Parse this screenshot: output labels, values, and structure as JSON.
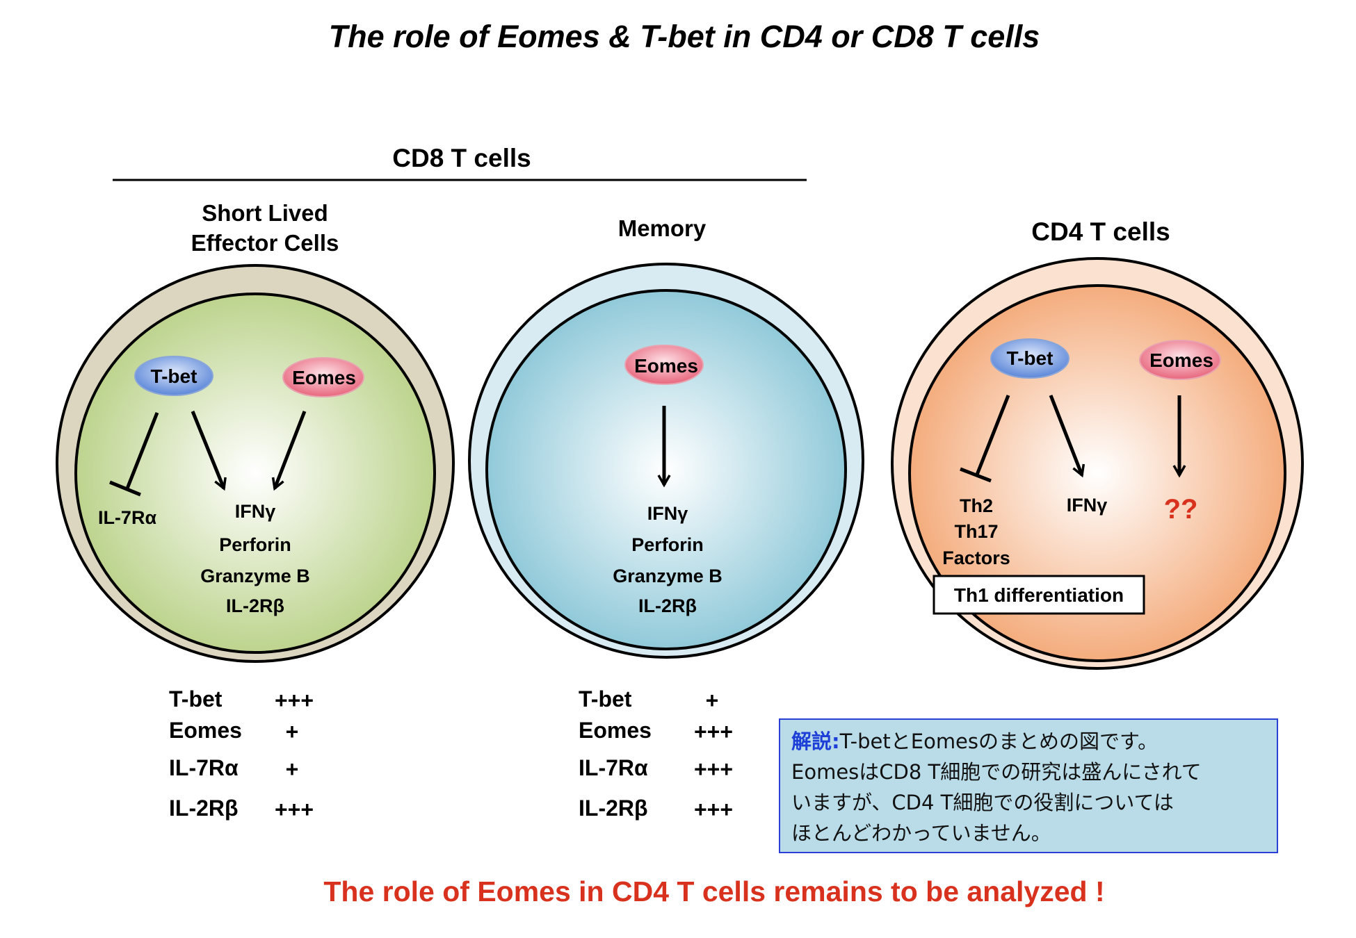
{
  "title": "The role of Eomes & T-bet in CD4 or CD8 T cells",
  "cd8_header": "CD8 T cells",
  "cd4_header": "CD4 T cells",
  "panels": {
    "slec": {
      "title_line1": "Short Lived",
      "title_line2": "Effector Cells",
      "tbet": "T-bet",
      "eomes": "Eomes",
      "inhibited": "IL-7Rα",
      "products": [
        "IFNγ",
        "Perforin",
        "Granzyme B",
        "IL-2Rβ"
      ]
    },
    "memory": {
      "title": "Memory",
      "eomes": "Eomes",
      "products": [
        "IFNγ",
        "Perforin",
        "Granzyme B",
        "IL-2Rβ"
      ]
    },
    "cd4": {
      "tbet": "T-bet",
      "eomes": "Eomes",
      "inhibited": [
        "Th2",
        "Th17",
        "Factors"
      ],
      "product": "IFNγ",
      "unknown": "??",
      "box_label": "Th1 differentiation"
    }
  },
  "tables": {
    "slec": [
      {
        "label": "T-bet",
        "value": "+++"
      },
      {
        "label": "Eomes",
        "value": "+"
      },
      {
        "label": "IL-7Rα",
        "value": "+"
      },
      {
        "label": "IL-2Rβ",
        "value": "+++"
      }
    ],
    "memory": [
      {
        "label": "T-bet",
        "value": "+"
      },
      {
        "label": "Eomes",
        "value": "+++"
      },
      {
        "label": "IL-7Rα",
        "value": "+++"
      },
      {
        "label": "IL-2Rβ",
        "value": "+++"
      }
    ]
  },
  "note": {
    "label": "解説:",
    "line1": "T-betとEomesのまとめの図です。",
    "line2": "EomesはCD8 T細胞での研究は盛んにされて",
    "line3": "いますが、CD4 T細胞での役割については",
    "line4": "ほとんどわかっていません。"
  },
  "conclusion": "The role of Eomes in CD4 T cells remains to be analyzed !",
  "colors": {
    "slec_outer": "#dcd6c0",
    "slec_inner": "#b6cf82",
    "memory_outer": "#d8eaf2",
    "memory_inner": "#86c4d6",
    "cd4_outer": "#fbe2d0",
    "cd4_inner": "#f3a470",
    "tbet_pill": "#5b86d8",
    "eomes_pill": "#e8667d",
    "accent_red": "#d8321e",
    "note_bg": "#b9dce8",
    "note_border": "#2b3fd6"
  }
}
